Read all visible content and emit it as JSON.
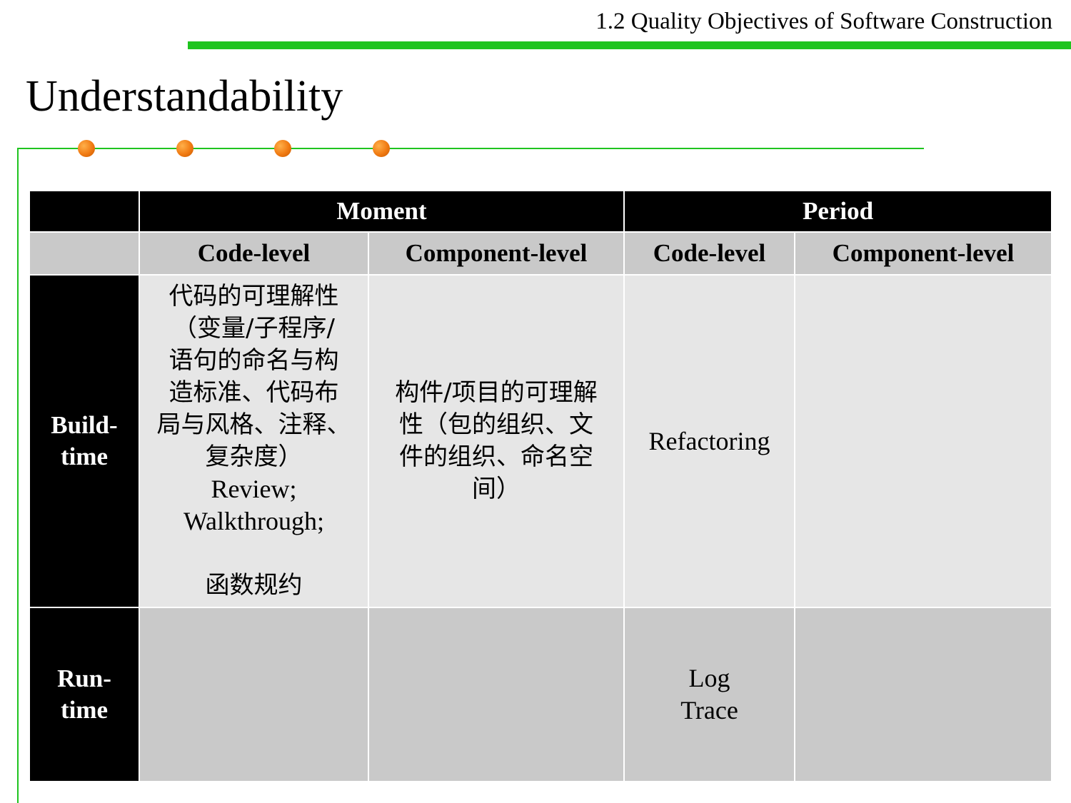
{
  "header": {
    "title": "1.2 Quality Objectives of Software Construction"
  },
  "page_title": "Understandability",
  "table": {
    "groups": [
      "Moment",
      "Period"
    ],
    "subheaders": [
      "Code-level",
      "Component-level",
      "Code-level",
      "Component-level"
    ],
    "rows": [
      {
        "label": "Build-\ntime",
        "moment_code": {
          "description": "代码的可理解性\n（变量/子程序/\n语句的命名与构\n造标准、代码布\n局与风格、注释、\n复杂度）",
          "practices": "Review;\nWalkthrough;",
          "extra": "函数规约"
        },
        "moment_component": "构件/项目的可理解\n性（包的组织、文\n件的组织、命名空\n间）",
        "period_code": "Refactoring",
        "period_component": ""
      },
      {
        "label": "Run-\ntime",
        "moment_code": "",
        "moment_component": "",
        "period_code": "Log\nTrace",
        "period_component": ""
      }
    ]
  },
  "colors": {
    "accent_green": "#1fc41f",
    "bullet_orange": "#f07a12",
    "header_black": "#000000",
    "cell_light": "#e6e6e6",
    "cell_mid": "#c9c9c9"
  }
}
